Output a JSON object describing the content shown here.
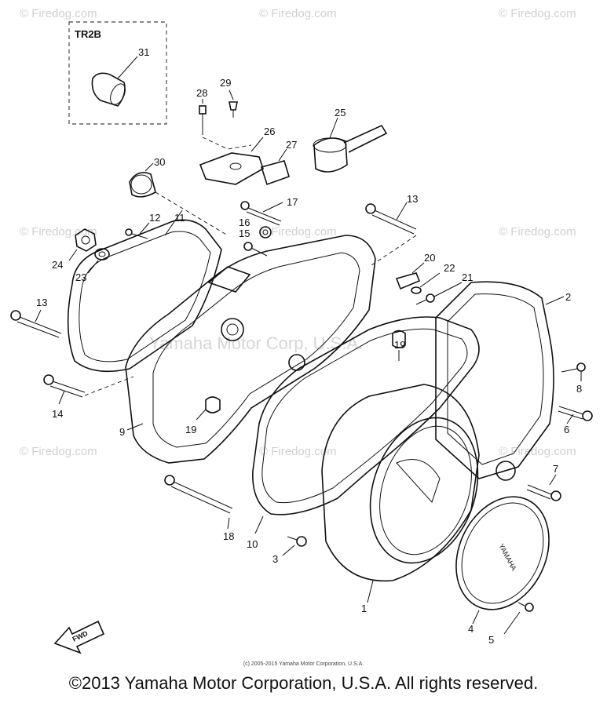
{
  "diagram": {
    "box_label": "TR2B",
    "watermark_text": "© Firedog.com",
    "center_watermark": "Yamaha Motor Corp, U.S.A.",
    "fwd_label": "FWD",
    "cover_text": "YAMAHA",
    "callouts": {
      "c1": "1",
      "c2": "2",
      "c3": "3",
      "c4": "4",
      "c5": "5",
      "c6": "6",
      "c7": "7",
      "c8": "8",
      "c9": "9",
      "c10": "10",
      "c11": "11",
      "c12": "12",
      "c13a": "13",
      "c13b": "13",
      "c14": "14",
      "c15": "15",
      "c16": "16",
      "c17": "17",
      "c18": "18",
      "c19a": "19",
      "c19b": "19",
      "c20": "20",
      "c21": "21",
      "c22": "22",
      "c23": "23",
      "c24": "24",
      "c25": "25",
      "c26": "26",
      "c27": "27",
      "c28": "28",
      "c29": "29",
      "c30": "30",
      "c31": "31"
    }
  },
  "footer": {
    "small_copyright": "(c) 2005-2015 Yamaha Motor Corporation, U.S.A.",
    "main_copyright": "©2013 Yamaha Motor Corporation, U.S.A. All rights reserved."
  }
}
